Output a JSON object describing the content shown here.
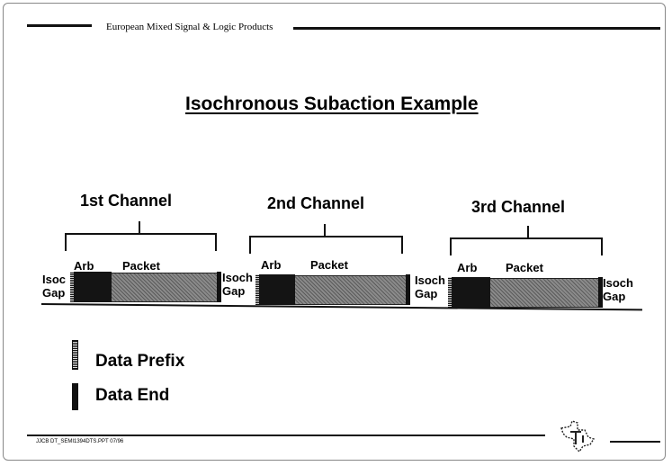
{
  "header": {
    "company": "European Mixed Signal & Logic Products"
  },
  "title": "Isochronous Subaction Example",
  "channels": [
    {
      "label": "1st Channel",
      "arb": "Arb",
      "packet": "Packet"
    },
    {
      "label": "2nd Channel",
      "arb": "Arb",
      "packet": "Packet"
    },
    {
      "label": "3rd Channel",
      "arb": "Arb",
      "packet": "Packet"
    }
  ],
  "gaps": [
    {
      "line1": "Isoc",
      "line2": "Gap"
    },
    {
      "line1": "Isoch",
      "line2": "Gap"
    },
    {
      "line1": "Isoch",
      "line2": "Gap"
    },
    {
      "line1": "Isoch",
      "line2": "Gap"
    }
  ],
  "legend": {
    "prefix": "Data Prefix",
    "end": "Data End"
  },
  "footer": {
    "code": "JJCB  DT_SEMI1394DTS.PPT  07/96"
  },
  "colors": {
    "arb": "#141414",
    "packet": "#7a7a7a",
    "lines": "#111111"
  },
  "icons": {
    "logo": "texas-instruments-logo-icon"
  }
}
